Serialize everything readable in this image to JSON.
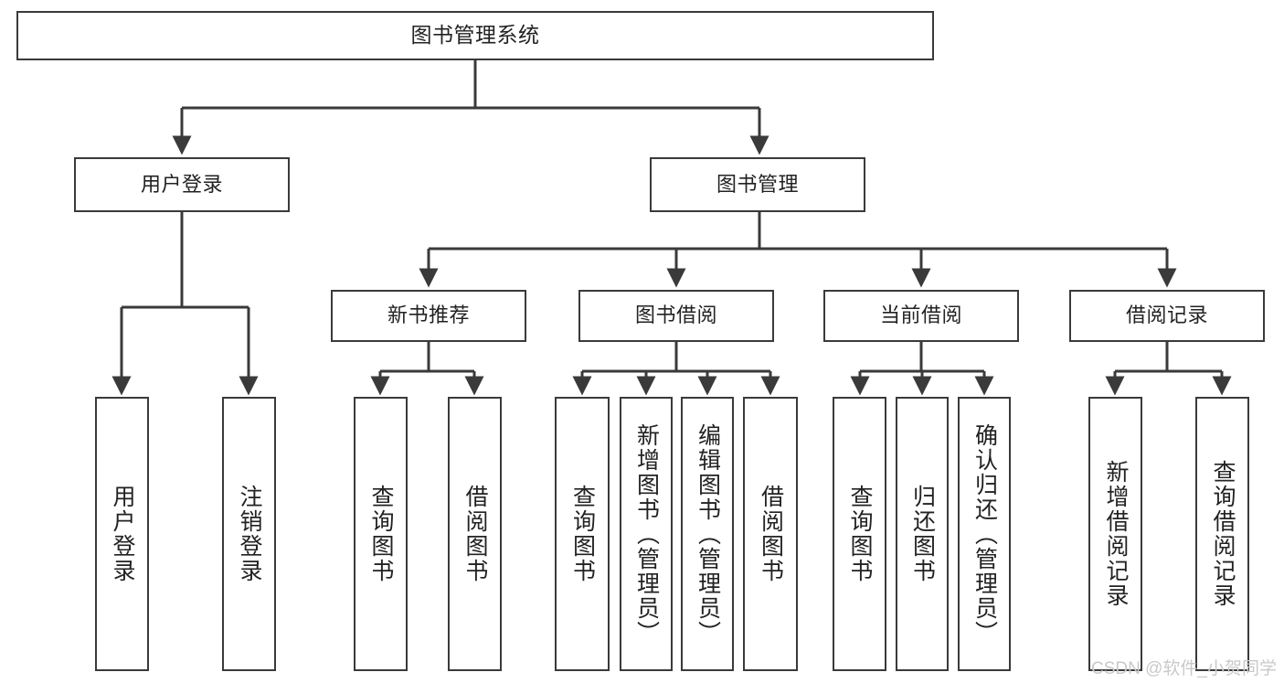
{
  "diagram": {
    "type": "tree-hierarchy",
    "title": "图书管理系统",
    "colors": {
      "box_border": "#3a3a3a",
      "box_fill": "#ffffff",
      "connector": "#3a3a3a",
      "text": "#222222",
      "watermark": "#c9c9c9",
      "background": "#ffffff"
    },
    "watermark": "CSDN @软件_小贺同学",
    "nodes": {
      "root": {
        "label": "图书管理系统"
      },
      "level1": [
        {
          "id": "user-login",
          "label": "用户登录"
        },
        {
          "id": "book-management",
          "label": "图书管理"
        }
      ],
      "level2": [
        {
          "id": "new-book-recommend",
          "label": "新书推荐"
        },
        {
          "id": "book-borrow",
          "label": "图书借阅"
        },
        {
          "id": "current-borrow",
          "label": "当前借阅"
        },
        {
          "id": "borrow-record",
          "label": "借阅记录"
        }
      ],
      "leaves": {
        "user-login": [
          {
            "id": "leaf-user-login",
            "label": "用户登录"
          },
          {
            "id": "leaf-logout-login",
            "label": "注销登录"
          }
        ],
        "new-book-recommend": [
          {
            "id": "leaf-query-book-1",
            "label": "查询图书"
          },
          {
            "id": "leaf-borrow-book-1",
            "label": "借阅图书"
          }
        ],
        "book-borrow": [
          {
            "id": "leaf-query-book-2",
            "label": "查询图书"
          },
          {
            "id": "leaf-add-book",
            "label": "新增图书（管理员）"
          },
          {
            "id": "leaf-edit-book",
            "label": "编辑图书（管理员）"
          },
          {
            "id": "leaf-borrow-book-2",
            "label": "借阅图书"
          }
        ],
        "current-borrow": [
          {
            "id": "leaf-query-book-3",
            "label": "查询图书"
          },
          {
            "id": "leaf-return-book",
            "label": "归还图书"
          },
          {
            "id": "leaf-confirm-return",
            "label": "确认归还（管理员）"
          }
        ],
        "borrow-record": [
          {
            "id": "leaf-add-record",
            "label": "新增借阅记录"
          },
          {
            "id": "leaf-query-record",
            "label": "查询借阅记录"
          }
        ]
      }
    }
  }
}
